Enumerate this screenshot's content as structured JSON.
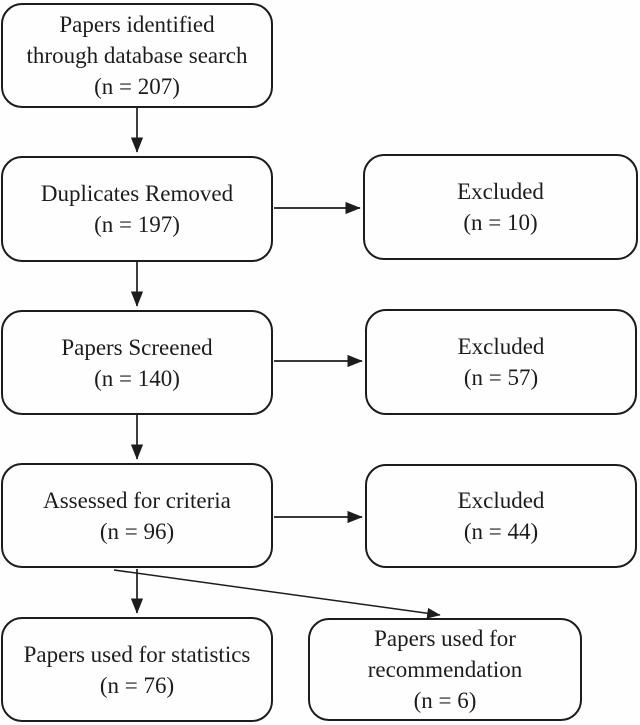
{
  "diagram": {
    "type": "flowchart",
    "background_color": "#fefefe",
    "line_color": "#1c1c1c",
    "text_color": "#1c1c1c",
    "nodes": {
      "identified": {
        "text": [
          "Papers identified",
          "through database search",
          "(n = 207)"
        ],
        "n": 207
      },
      "duplicates_removed": {
        "text": [
          "Duplicates Removed",
          "(n = 197)"
        ],
        "n": 197
      },
      "excluded_duplicates": {
        "text": [
          "Excluded",
          "(n = 10)"
        ],
        "n": 10
      },
      "screened": {
        "text": [
          "Papers Screened",
          "(n = 140)"
        ],
        "n": 140
      },
      "excluded_screening": {
        "text": [
          "Excluded",
          "(n = 57)"
        ],
        "n": 57
      },
      "assessed": {
        "text": [
          "Assessed for criteria",
          "(n = 96)"
        ],
        "n": 96
      },
      "excluded_assessment": {
        "text": [
          "Excluded",
          "(n = 44)"
        ],
        "n": 44
      },
      "statistics": {
        "text": [
          "Papers used for statistics",
          "(n = 76)"
        ],
        "n": 76
      },
      "recommendation": {
        "text": [
          "Papers used for",
          "recommendation",
          "(n = 6)"
        ],
        "n": 6
      }
    },
    "edges": [
      {
        "from": "identified",
        "to": "duplicates_removed"
      },
      {
        "from": "duplicates_removed",
        "to": "excluded_duplicates"
      },
      {
        "from": "duplicates_removed",
        "to": "screened"
      },
      {
        "from": "screened",
        "to": "excluded_screening"
      },
      {
        "from": "screened",
        "to": "assessed"
      },
      {
        "from": "assessed",
        "to": "excluded_assessment"
      },
      {
        "from": "assessed",
        "to": "statistics"
      },
      {
        "from": "assessed",
        "to": "recommendation"
      }
    ]
  }
}
